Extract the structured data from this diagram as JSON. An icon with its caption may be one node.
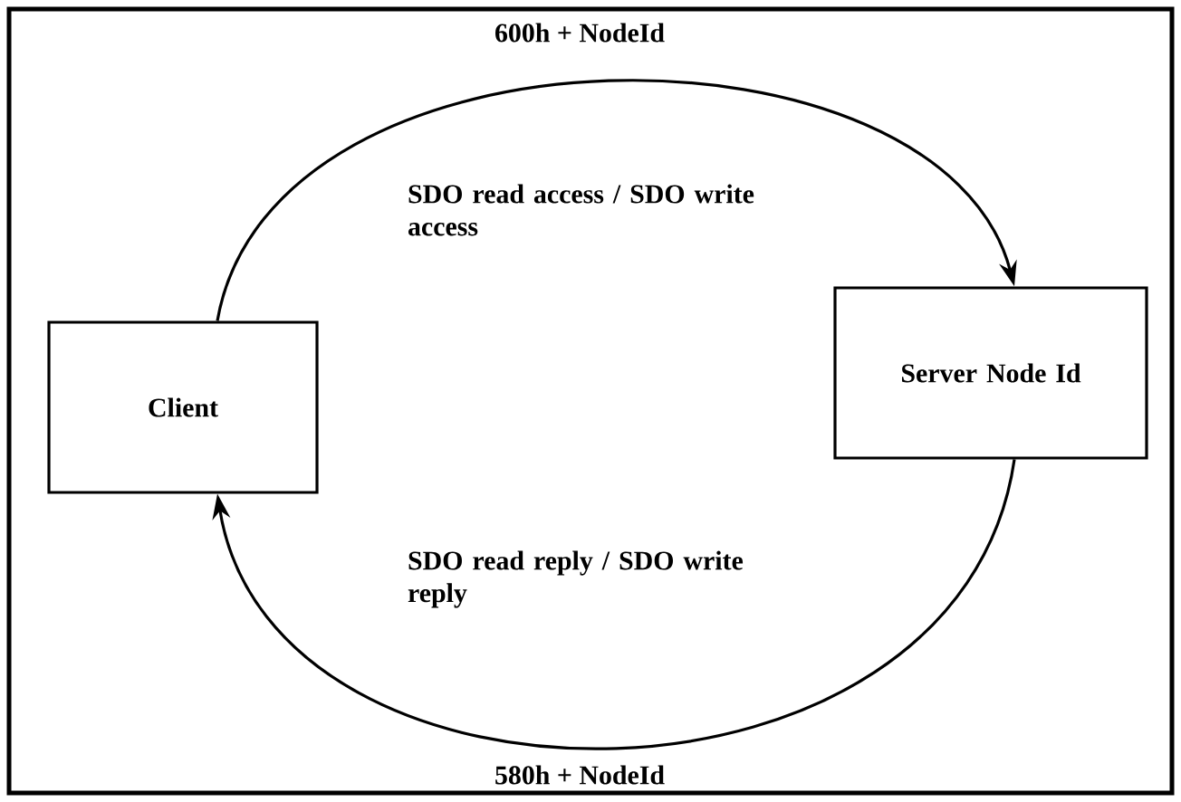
{
  "diagram": {
    "nodes": [
      {
        "text": [
          "Client"
        ]
      },
      {
        "text": [
          "Server Node Id"
        ]
      }
    ],
    "edges": [
      {
        "from": 0,
        "to": 1,
        "arrow": "to",
        "label": "600h + NodeId"
      },
      {
        "from": 1,
        "to": 0,
        "arrow": "to",
        "label": "580h + NodeId"
      }
    ],
    "labels": [
      "SDO read access / SDO write access",
      "SDO read reply / SDO write reply"
    ]
  }
}
